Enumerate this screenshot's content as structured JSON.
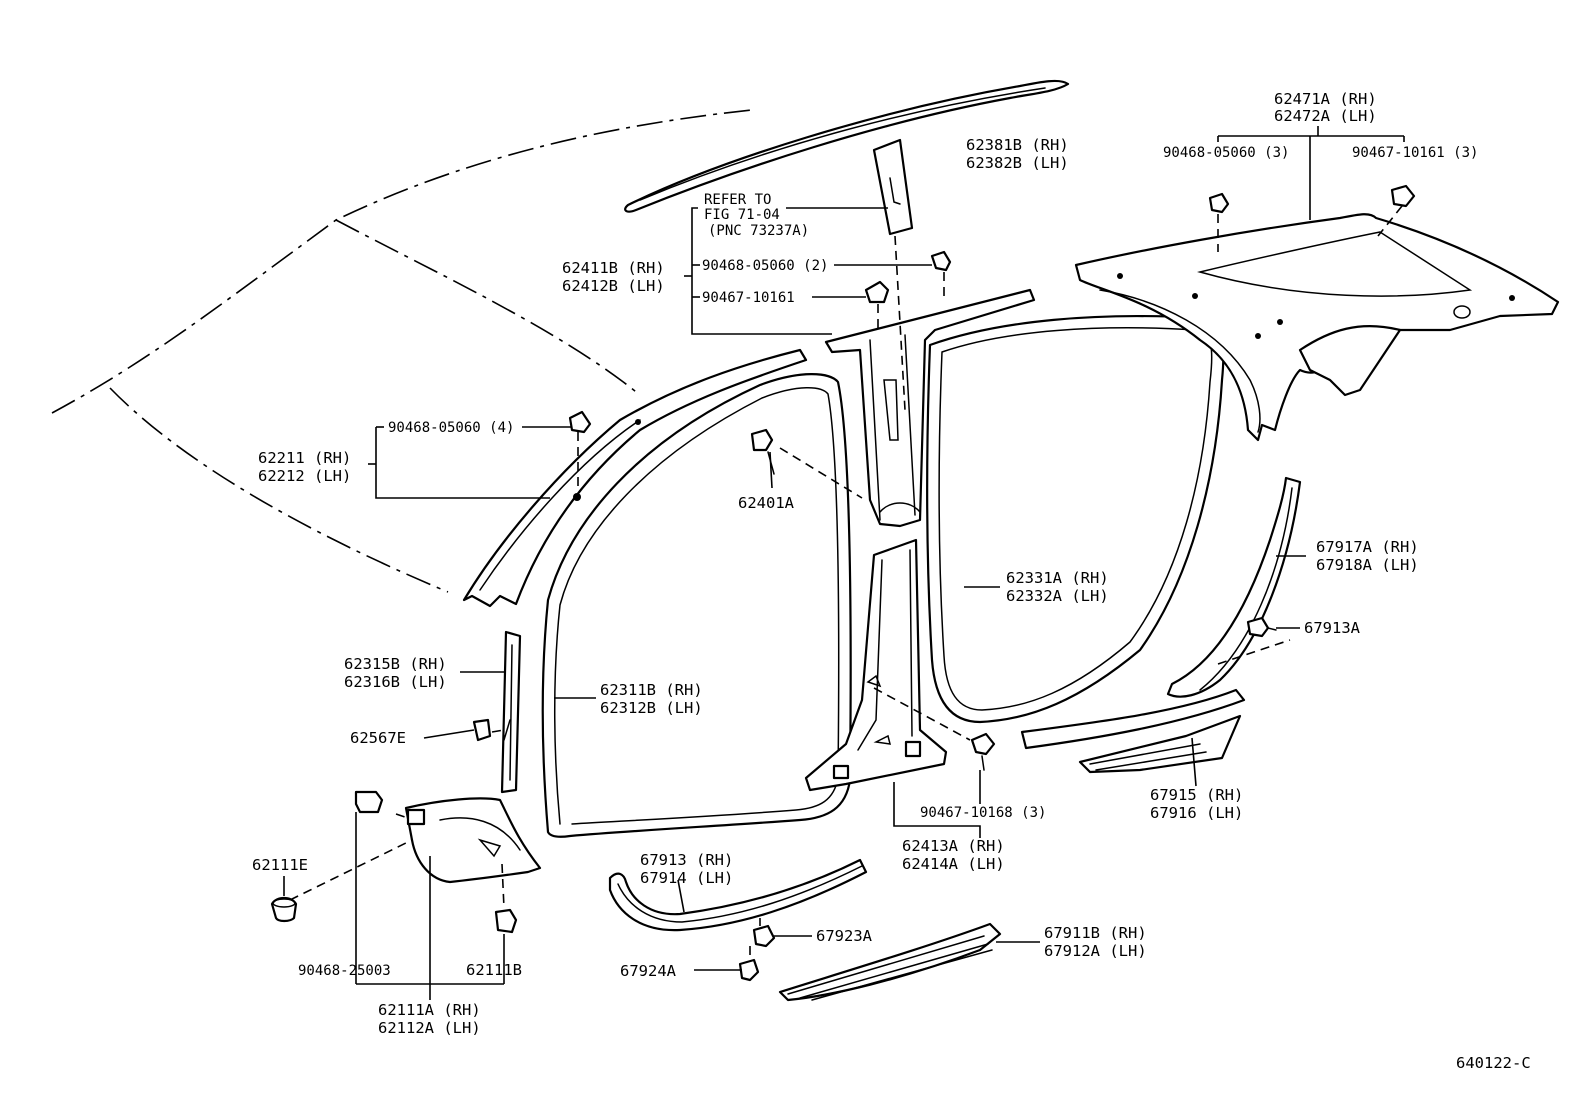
{
  "figure_code": "640122-C",
  "labels": {
    "l62381B": "62381B (RH)",
    "l62382B": "62382B (LH)",
    "refer_line1": "REFER TO",
    "refer_line2": "FIG 71-04",
    "refer_line3": "(PNC 73237A)",
    "l62411B": "62411B (RH)",
    "l62412B": "62412B (LH)",
    "l90468_05060_2": "90468-05060 (2)",
    "l90467_10161": "90467-10161",
    "l62471A": "62471A (RH)",
    "l62472A": "62472A (LH)",
    "l90468_05060_3": "90468-05060 (3)",
    "l90467_10161_3": "90467-10161 (3)",
    "l90468_05060_4": "90468-05060 (4)",
    "l62211": "62211 (RH)",
    "l62212": "62212 (LH)",
    "l62401A": "62401A",
    "l62331A": "62331A (RH)",
    "l62332A": "62332A (LH)",
    "l67917A": "67917A (RH)",
    "l67918A": "67918A (LH)",
    "l67913A": "67913A",
    "l62315B": "62315B (RH)",
    "l62316B": "62316B (LH)",
    "l62311B": "62311B (RH)",
    "l62312B": "62312B (LH)",
    "l62567E": "62567E",
    "l90467_10168": "90467-10168 (3)",
    "l62413A": "62413A (RH)",
    "l62414A": "62414A (LH)",
    "l67915": "67915 (RH)",
    "l67916": "67916 (LH)",
    "l62111E": "62111E",
    "l67913": "67913 (RH)",
    "l67914": "67914 (LH)",
    "l67923A": "67923A",
    "l67911B": "67911B (RH)",
    "l67912A": "67912A (LH)",
    "l67924A": "67924A",
    "l90468_25003": "90468-25003",
    "l62111B": "62111B",
    "l62111A": "62111A (RH)",
    "l62112A": "62112A (LH)"
  }
}
